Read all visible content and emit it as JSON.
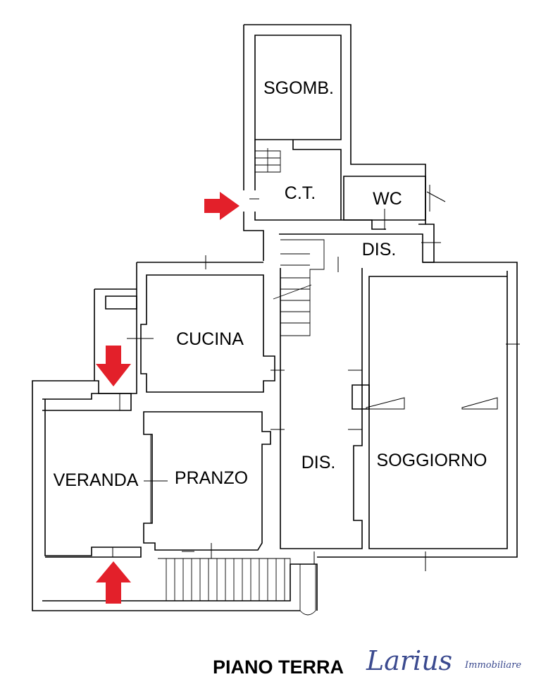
{
  "plan_title": "PIANO TERRA",
  "brand": {
    "name": "Larius",
    "tagline": "Immobiliare",
    "color": "#3b4a8f"
  },
  "rooms": {
    "sgomb": "SGOMB.",
    "ct": "C.T.",
    "wc": "WC",
    "dis_upper": "DIS.",
    "cucina": "CUCINA",
    "veranda": "VERANDA",
    "pranzo": "PRANZO",
    "dis_main": "DIS.",
    "soggiorno": "SOGGIORNO"
  },
  "entrance_arrows": {
    "color": "#e3202a",
    "count": 3
  },
  "wall_color": "#000000"
}
